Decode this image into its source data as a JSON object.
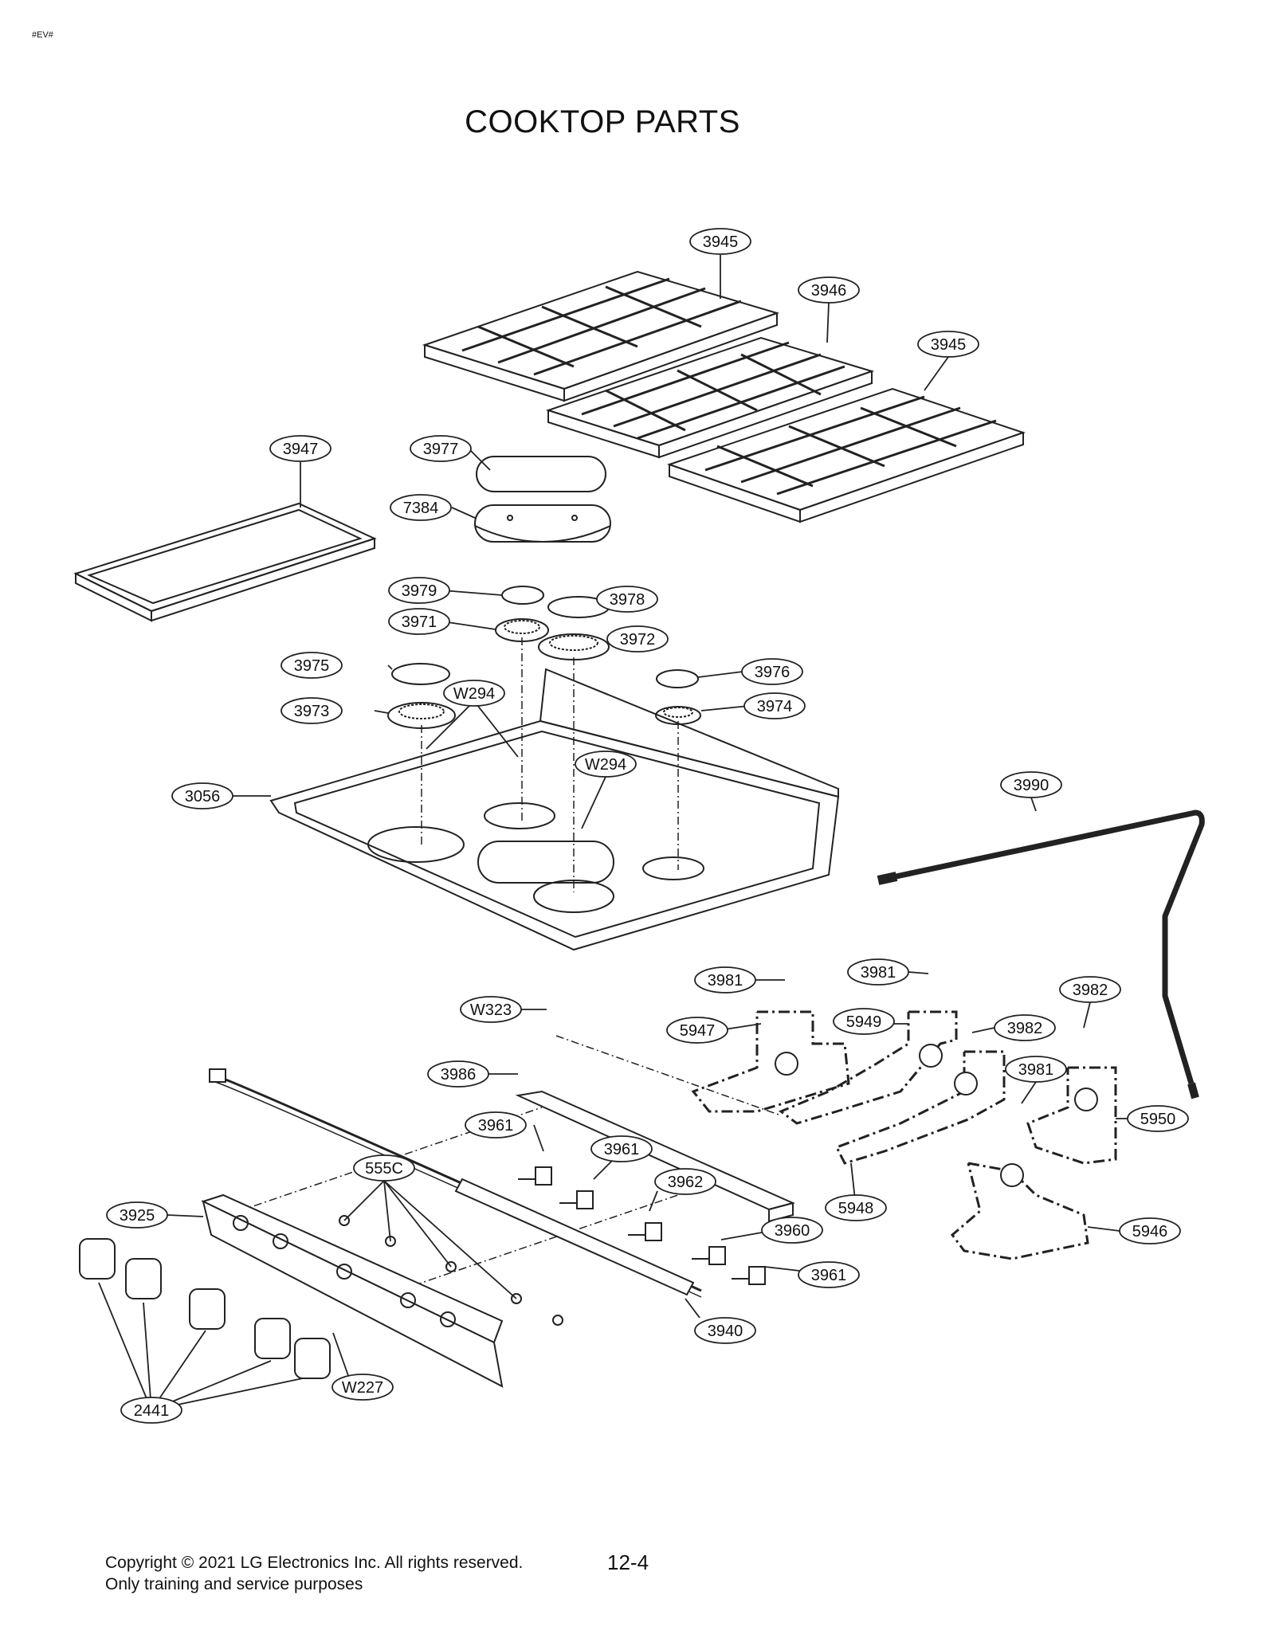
{
  "header": {
    "tag": "#EV#",
    "title": "COOKTOP PARTS"
  },
  "footer": {
    "copyright_line1": "Copyright © 2021 LG Electronics Inc. All rights reserved.",
    "copyright_line2": "Only training and service purposes",
    "page_number": "12-4"
  },
  "callouts": {
    "c3945a": "3945",
    "c3946": "3946",
    "c3945b": "3945",
    "c3947": "3947",
    "c3977": "3977",
    "c7384": "7384",
    "c3979": "3979",
    "c3978": "3978",
    "c3971": "3971",
    "c3972": "3972",
    "c3975": "3975",
    "c3976": "3976",
    "c3973": "3973",
    "c3974": "3974",
    "cW294a": "W294",
    "cW294b": "W294",
    "c3056": "3056",
    "c3990": "3990",
    "c3981a": "3981",
    "c3981b": "3981",
    "c3982a": "3982",
    "c3982b": "3982",
    "c3981c": "3981",
    "c5947": "5947",
    "c5949": "5949",
    "c5950": "5950",
    "cW323": "W323",
    "c3986": "3986",
    "c3961a": "3961",
    "c3961b": "3961",
    "c3962": "3962",
    "c3960": "3960",
    "c3961c": "3961",
    "c555C": "555C",
    "c3925": "3925",
    "c3940": "3940",
    "c5948": "5948",
    "c5946": "5946",
    "cW227": "W227",
    "c2441": "2441"
  }
}
